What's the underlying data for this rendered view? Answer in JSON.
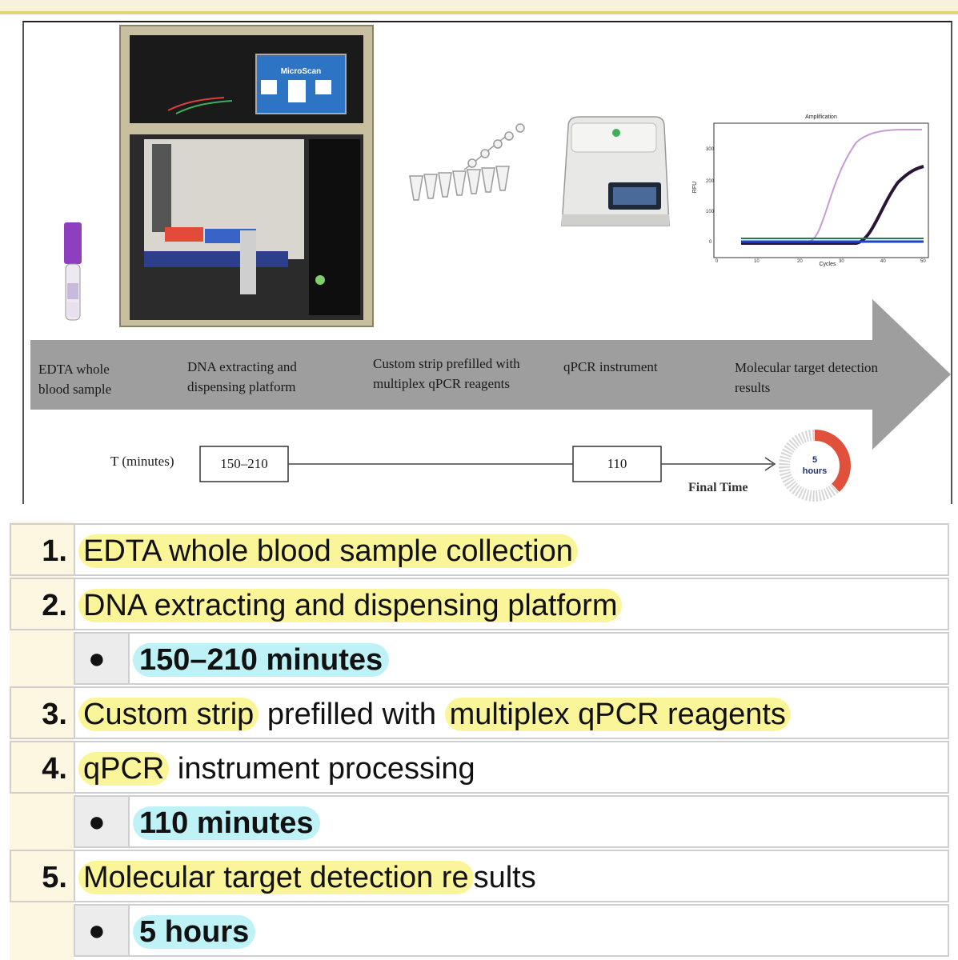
{
  "figure": {
    "labels": {
      "step1": [
        "EDTA whole",
        "blood sample"
      ],
      "step2": [
        "DNA extracting and",
        "dispensing platform"
      ],
      "step3": [
        "Custom strip prefilled with",
        "multiplex qPCR reagents"
      ],
      "step4": [
        "qPCR instrument"
      ],
      "step5": [
        "Molecular target detection",
        "results"
      ]
    },
    "timeline": {
      "label": "T (minutes)",
      "box1": "150–210",
      "box2": "110",
      "final_label": "Final Time",
      "donut_value": "5",
      "donut_unit": "hours",
      "donut_fraction": 0.38
    },
    "screen_title": "MicroScan",
    "plot": {
      "title": "Amplification",
      "xlabel": "Cycles",
      "ylabel": "RFU"
    }
  },
  "steps": [
    {
      "num": "1.",
      "parts": [
        {
          "t": "EDTA whole blood sample collection",
          "hl": true
        }
      ]
    },
    {
      "num": "2.",
      "parts": [
        {
          "t": "DNA extracting and dispensing platform",
          "hl": true
        }
      ],
      "sub": "150–210 minutes"
    },
    {
      "num": "3.",
      "parts": [
        {
          "t": "Custom strip",
          "hl": true
        },
        {
          "t": " prefilled with ",
          "hl": false
        },
        {
          "t": "multiplex qPCR reagents",
          "hl": true
        }
      ]
    },
    {
      "num": "4.",
      "parts": [
        {
          "t": "qPCR",
          "hl": true
        },
        {
          "t": " instrument processing",
          "hl": false
        }
      ],
      "sub": "110 minutes"
    },
    {
      "num": "5.",
      "parts": [
        {
          "t": "Molecular target detection re",
          "hl": true
        },
        {
          "t": "sults",
          "hl": false
        }
      ],
      "sub": "5 hours"
    }
  ],
  "colors": {
    "highlight_yellow": "#fbf59a",
    "highlight_cyan": "#bff2f6",
    "arrow_gray": "#9e9e9e",
    "donut_red": "#e0503a",
    "tube_purple": "#8e3fc0"
  }
}
